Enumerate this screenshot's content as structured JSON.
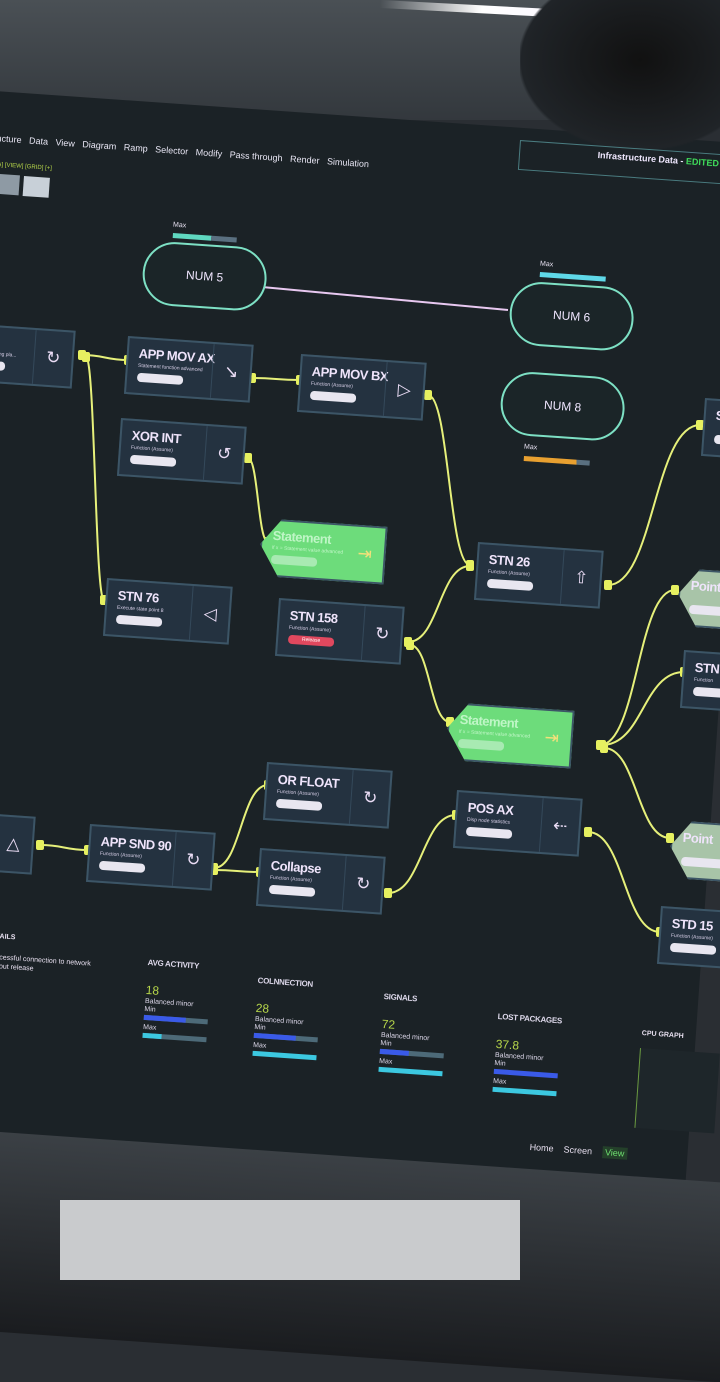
{
  "menu": [
    "ructure",
    "Data",
    "View",
    "Diagram",
    "Ramp",
    "Selector",
    "Modify",
    "Pass through",
    "Render",
    "Simulation"
  ],
  "view_toggle": "[A] [VIEW] [GRID] [+]",
  "header": {
    "title": "Infrastructure Data - ",
    "status": "EDITED"
  },
  "ovals": [
    {
      "label": "NUM 5",
      "max": "Max"
    },
    {
      "label": "NUM 6",
      "max": "Max"
    },
    {
      "label": "NUM 8",
      "max": "Max"
    }
  ],
  "nodes": [
    {
      "title": "n X",
      "sub": "Statement encoding pla...",
      "icon": "↻"
    },
    {
      "title": "APP MOV AX",
      "sub": "Statement function advanced",
      "icon": "↘"
    },
    {
      "title": "APP MOV BX",
      "sub": "Function (Assume)",
      "icon": "▷"
    },
    {
      "title": "XOR INT",
      "sub": "Function (Assume)",
      "icon": "↺"
    },
    {
      "title": "Statement",
      "sub": "if x = Statement value advanced",
      "icon": "⇥"
    },
    {
      "title": "STN 76",
      "sub": "Execute state point 8",
      "icon": "◁"
    },
    {
      "title": "STN 158",
      "sub": "Function (Assume)",
      "icon": "↻",
      "badge": "Release"
    },
    {
      "title": "STN 26",
      "sub": "Function (Assume)",
      "icon": "⇧"
    },
    {
      "title": "Statement",
      "sub": "if x = Statement value advanced",
      "icon": "⇥"
    },
    {
      "title": "OR FLOAT",
      "sub": "Function (Assume)",
      "icon": "↻"
    },
    {
      "title": "Collapse",
      "sub": "Function (Assume)",
      "icon": "↻"
    },
    {
      "title": "APP SND 90",
      "sub": "Function (Assume)",
      "icon": "↻"
    },
    {
      "title": "",
      "sub": "",
      "icon": "△"
    },
    {
      "title": "POS AX",
      "sub": "Disp node statistics",
      "icon": "⇠"
    },
    {
      "title": "STD 15",
      "sub": "Function (Assume)",
      "icon": ""
    },
    {
      "title": "STN 4",
      "sub": "Function",
      "icon": ""
    },
    {
      "title": "ST",
      "sub": "",
      "icon": ""
    },
    {
      "title": "Point",
      "sub": "",
      "icon": ""
    },
    {
      "title": "Point",
      "sub": "",
      "icon": ""
    }
  ],
  "details": {
    "title": "TAILS",
    "line1": "ccessful connection to network",
    "line2": "hout release"
  },
  "stats": [
    {
      "title": "AVG ACTIVITY",
      "value": "18",
      "desc": "Balanced minor",
      "min_label": "Min",
      "max_label": "Max",
      "min": 0.65,
      "max": 0.3
    },
    {
      "title": "COLNNECTION",
      "value": "28",
      "desc": "Balanced minor",
      "min_label": "Min",
      "max_label": "Max",
      "min": 0.65,
      "max": 1.0
    },
    {
      "title": "SIGNALS",
      "value": "72",
      "desc": "Balanced minor",
      "min_label": "Min",
      "max_label": "Max",
      "min": 0.45,
      "max": 1.0
    },
    {
      "title": "LOST PACKAGES",
      "value": "37.8",
      "desc": "Balanced minor",
      "min_label": "Min",
      "max_label": "Max",
      "min": 1.0,
      "max": 1.0
    }
  ],
  "cpu_graph": {
    "title": "CPU GRAPH"
  },
  "footer": [
    "Home",
    "Screen",
    "View"
  ],
  "colors": {
    "wire": "#e6f07a",
    "node": "#243240",
    "statement": "#6ddc7b",
    "accent": "#7de0c4",
    "value": "#b8d84a",
    "badge": "#e0485e"
  }
}
